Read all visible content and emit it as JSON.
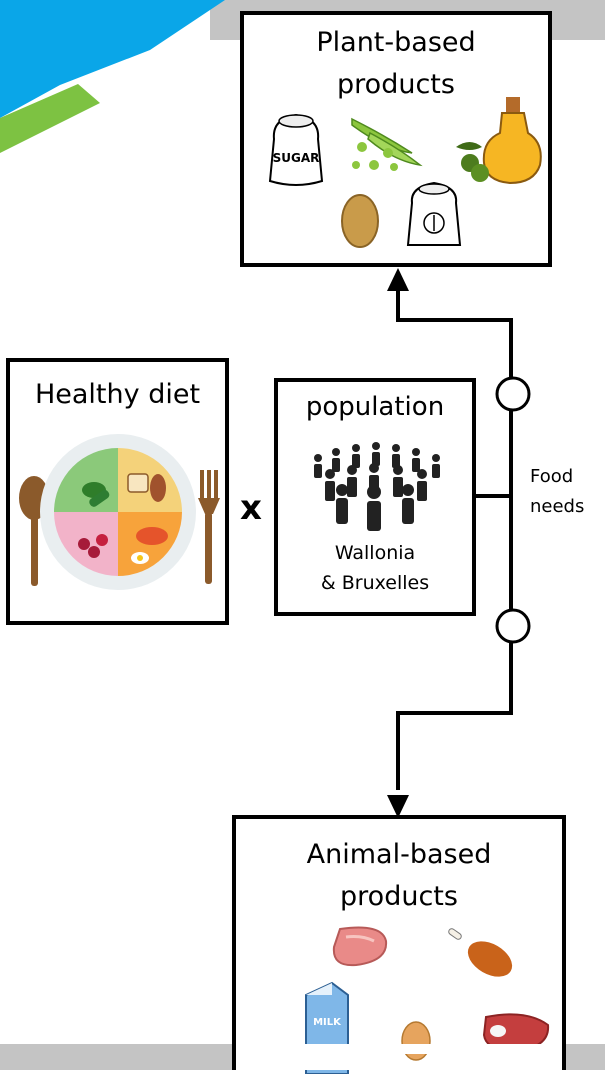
{
  "boxes": {
    "plant": {
      "title_line1": "Plant-based",
      "title_line2": "products",
      "sugar_label": "SUGAR"
    },
    "diet": {
      "title": "Healthy diet"
    },
    "population": {
      "title": "population",
      "region_line1": "Wallonia",
      "region_line2": "& Bruxelles"
    },
    "animal": {
      "title_line1": "Animal-based",
      "title_line2": "products",
      "milk_label": "MILK"
    }
  },
  "operator": "x",
  "food_needs": {
    "line1": "Food",
    "line2": "needs"
  },
  "icons": {
    "plant": [
      "sugar-bag-icon",
      "peas-icon",
      "olive-oil-icon",
      "potato-icon",
      "flour-bag-icon"
    ],
    "diet": [
      "diet-plate-icon",
      "spoon-icon",
      "fork-icon"
    ],
    "population": [
      "crowd-icon"
    ],
    "animal": [
      "steak-icon",
      "chicken-leg-icon",
      "milk-carton-icon",
      "egg-icon",
      "meat-cut-icon"
    ]
  },
  "colors": {
    "accent_blue": "#0aa6e8",
    "accent_green": "#7dc242",
    "footer_gray": "#c4c4c4",
    "plate_green": "#8bc97a",
    "plate_yellow": "#f4d27a",
    "plate_orange": "#f7a33b",
    "plate_pink": "#f2b3c9"
  }
}
